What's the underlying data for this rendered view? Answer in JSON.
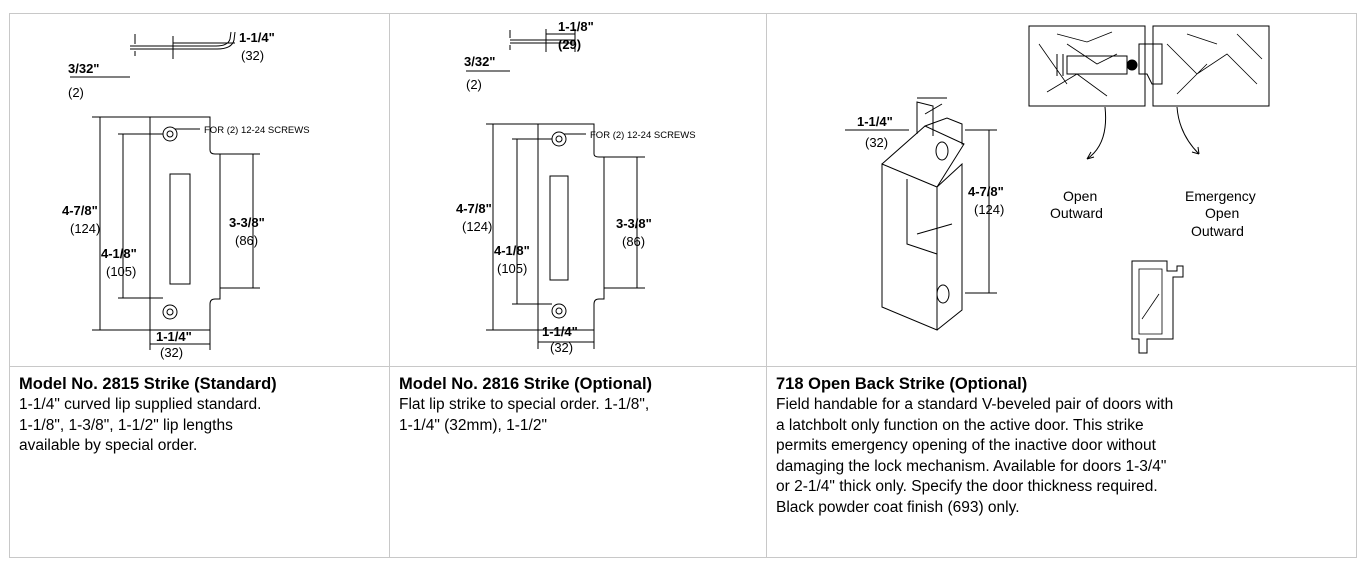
{
  "strikes": [
    {
      "title": "Model No. 2815 Strike (Standard)",
      "lines": [
        "1-1/4\" curved lip supplied standard.",
        "1-1/8\", 1-3/8\", 1-1/2\" lip lengths",
        "available by special order."
      ],
      "dims": {
        "lip": "1-1/4\"",
        "lip_mm": "(32)",
        "thick": "3/32\"",
        "thick_mm": "(2)",
        "screws": "FOR (2) 12-24 SCREWS",
        "height": "4-7/8\"",
        "height_mm": "(124)",
        "centers": "4-1/8\"",
        "centers_mm": "(105)",
        "lip_height": "3-3/8\"",
        "lip_height_mm": "(86)",
        "width": "1-1/4\"",
        "width_mm": "(32)"
      }
    },
    {
      "title": "Model No. 2816 Strike (Optional)",
      "lines": [
        "Flat lip strike to special order. 1-1/8\",",
        "1-1/4\" (32mm), 1-1/2\""
      ],
      "dims": {
        "lip": "1-1/8\"",
        "lip_mm": "(29)",
        "thick": "3/32\"",
        "thick_mm": "(2)",
        "screws": "FOR (2) 12-24 SCREWS",
        "height": "4-7/8\"",
        "height_mm": "(124)",
        "centers": "4-1/8\"",
        "centers_mm": "(105)",
        "lip_height": "3-3/8\"",
        "lip_height_mm": "(86)",
        "width": "1-1/4\"",
        "width_mm": "(32)"
      }
    },
    {
      "title": "718 Open Back Strike (Optional)",
      "lines": [
        "Field handable for a standard V-beveled pair of doors with",
        "a latchbolt only function on the active door.  This strike",
        "permits emergency opening of the inactive door without",
        "damaging the lock mechanism.  Available for doors 1-3/4\"",
        "or 2-1/4\" thick only.  Specify the door thickness required.",
        "Black powder coat finish (693) only."
      ],
      "dims": {
        "width": "1-1/4\"",
        "width_mm": "(32)",
        "height": "4-7/8\"",
        "height_mm": "(124)",
        "open_outward": [
          "Open",
          "Outward"
        ],
        "emergency": [
          "Emergency",
          "Open",
          "Outward"
        ]
      }
    }
  ]
}
